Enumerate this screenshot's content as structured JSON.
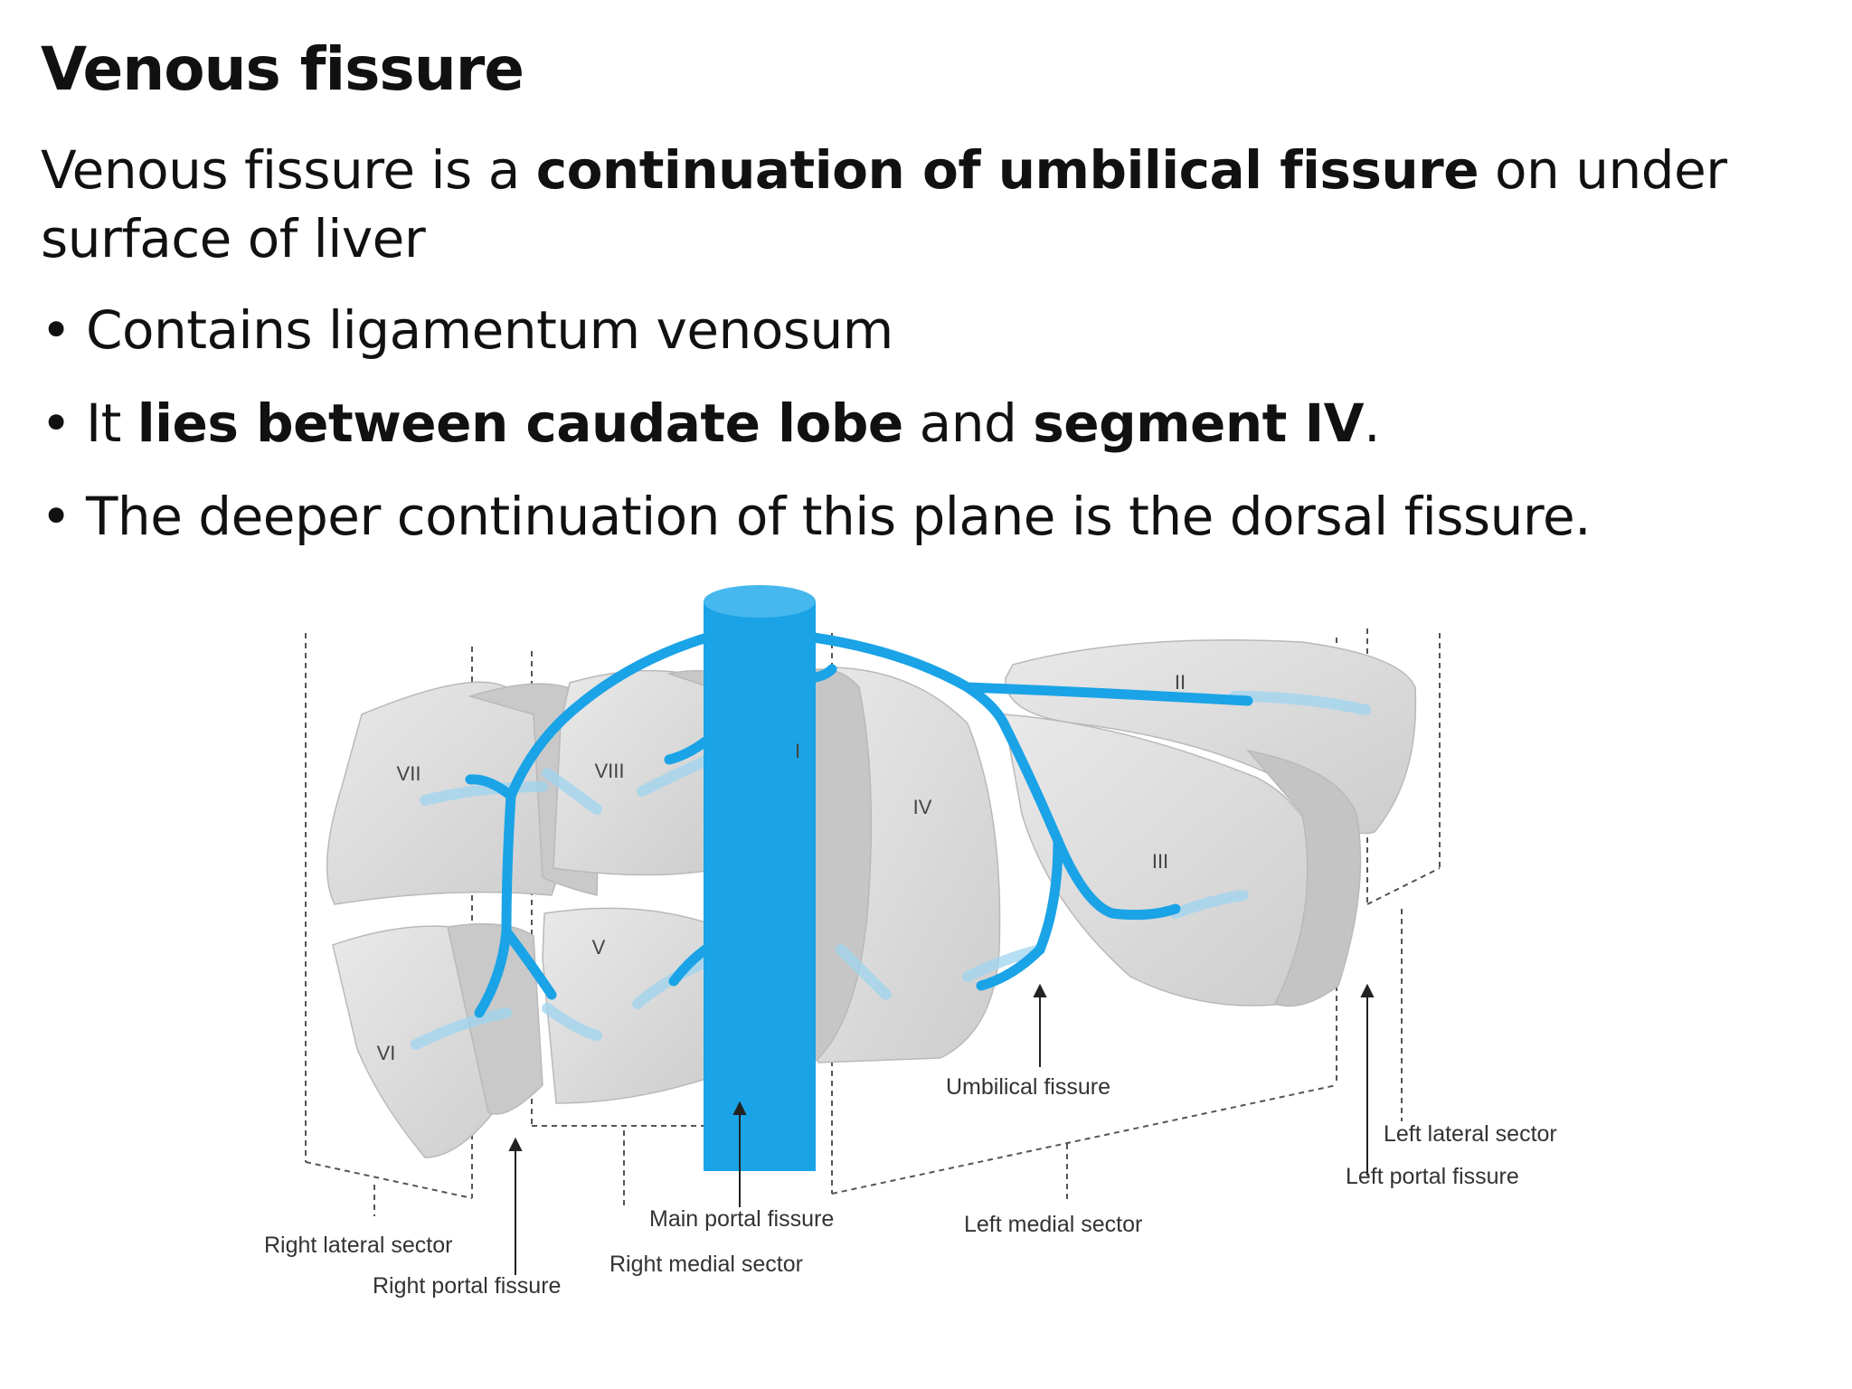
{
  "slide": {
    "title": "Venous fissure",
    "intro": {
      "t1": "Venous fissure is a ",
      "t2": "continuation of umbilical fissure",
      "t3": " on under",
      "t4": "surface of liver"
    },
    "bullets": [
      {
        "marker": "•",
        "t1": "Contains ligamentum venosum"
      },
      {
        "marker": "•",
        "t1": "It ",
        "t2": "lies between caudate lobe",
        "t3": " and ",
        "t4": "segment IV",
        "t5": "."
      },
      {
        "marker": "•",
        "t1": "The deeper continuation of this plane is the dorsal fissure."
      }
    ]
  },
  "diagram": {
    "segments": {
      "vii": "VII",
      "viii": "VIII",
      "i": "I",
      "iv": "IV",
      "ii": "II",
      "iii": "III",
      "v": "V",
      "vi": "VI"
    },
    "labels": {
      "umbilical_fissure": "Umbilical fissure",
      "left_lateral_sector": "Left lateral sector",
      "left_portal_fissure": "Left portal fissure",
      "main_portal_fissure": "Main portal fissure",
      "left_medial_sector": "Left medial sector",
      "right_lateral_sector": "Right lateral sector",
      "right_medial_sector": "Right medial sector",
      "right_portal_fissure": "Right portal fissure"
    },
    "colors": {
      "vein": "#1aa3e6",
      "liver": "#d9d9d9",
      "liver_shadow": "#bdbdbd"
    }
  }
}
